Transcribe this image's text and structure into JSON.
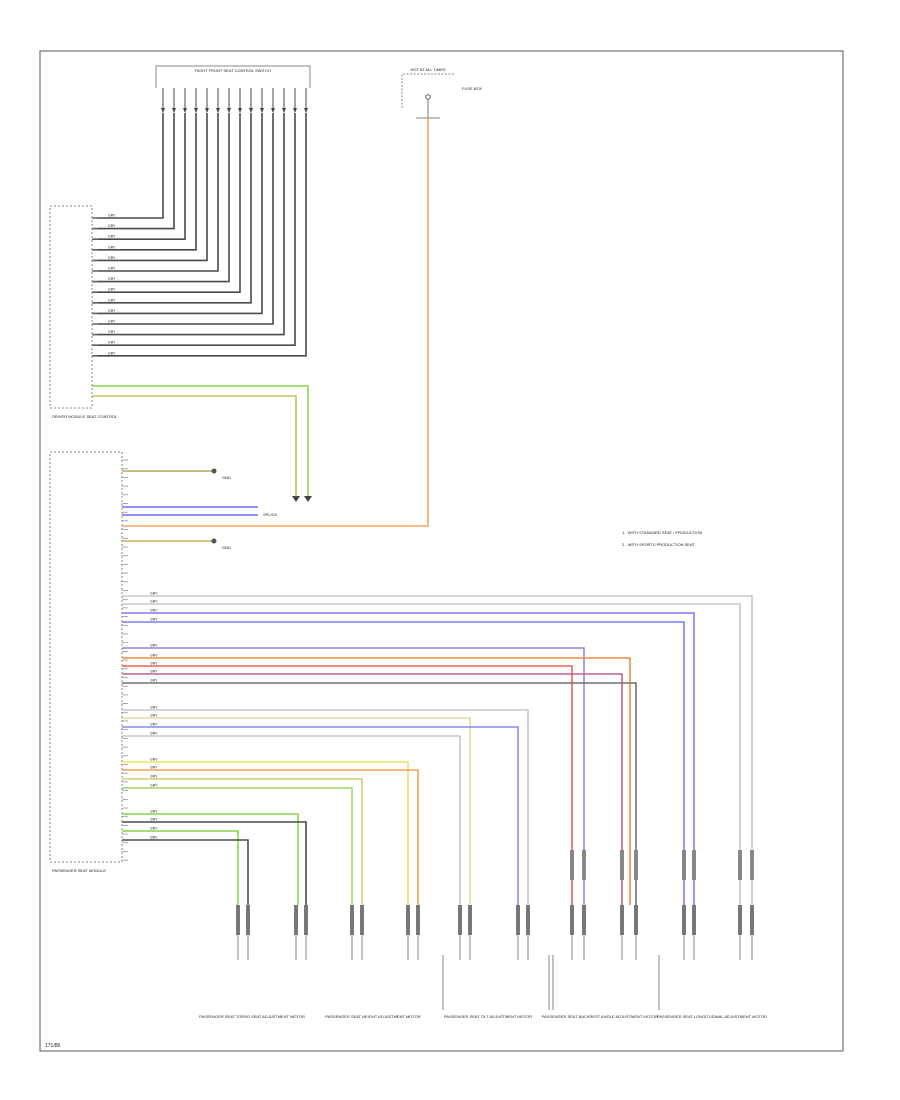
{
  "diagram": {
    "footer_id": "171/86"
  },
  "components": {
    "top_switch": "RIGHT FRONT SEAT CONTROL SWITCH",
    "fuse_box": "HOT AT ALL TIMES",
    "fuse_note": "FUSE BOX",
    "driver_module": "DRIVER MODULE SEAT CONTROL",
    "passenger_module": "PASSENGER SEAT MODULE",
    "gnd_upper": "GND",
    "gnd_lower": "GND",
    "splice": "SPLICE"
  },
  "notes": [
    "1 - WITH STANDARD SEAT / PRODUCTION",
    "2 - WITH SPORTS PRODUCTION SEAT"
  ],
  "bottom_labels": [
    "PASSENGER SEAT TORSO SEAT ADJUSTMENT MOTOR",
    "PASSENGER SEAT HEIGHT ADJUSTMENT MOTOR",
    "PASSENGER SEAT TILT ADJUSTMENT MOTOR",
    "PASSENGER SEAT BACKREST ANGLE ADJUSTMENT MOTOR",
    "PASSENGER SEAT LONGITUDINAL ADJUSTMENT MOTOR"
  ]
}
